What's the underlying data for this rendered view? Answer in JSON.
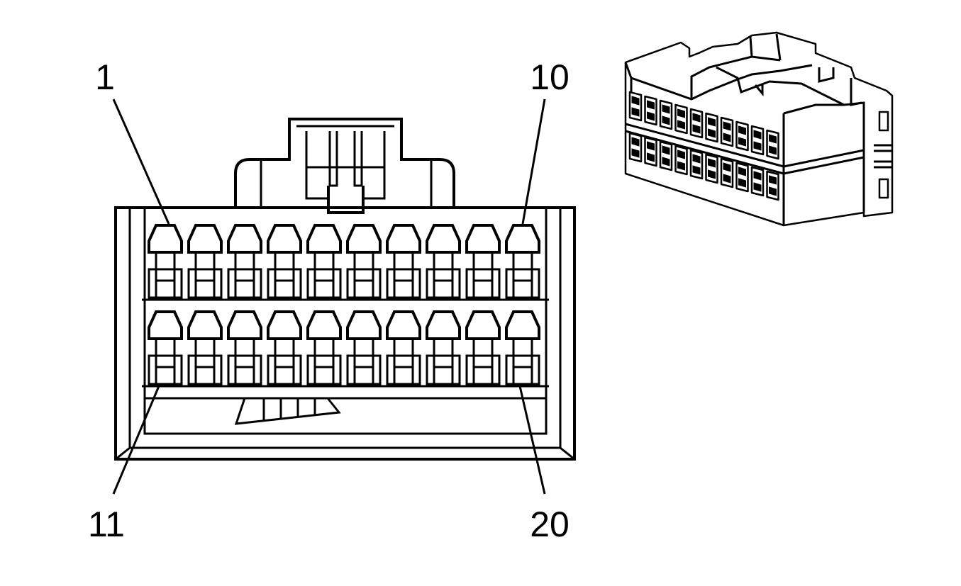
{
  "diagram": {
    "type": "connector-face-view",
    "pin_rows": 2,
    "pins_per_row": 10,
    "labels": {
      "top_left": "1",
      "top_right": "10",
      "bottom_left": "11",
      "bottom_right": "20"
    },
    "line_color": "#000000",
    "background_color": "#ffffff"
  }
}
